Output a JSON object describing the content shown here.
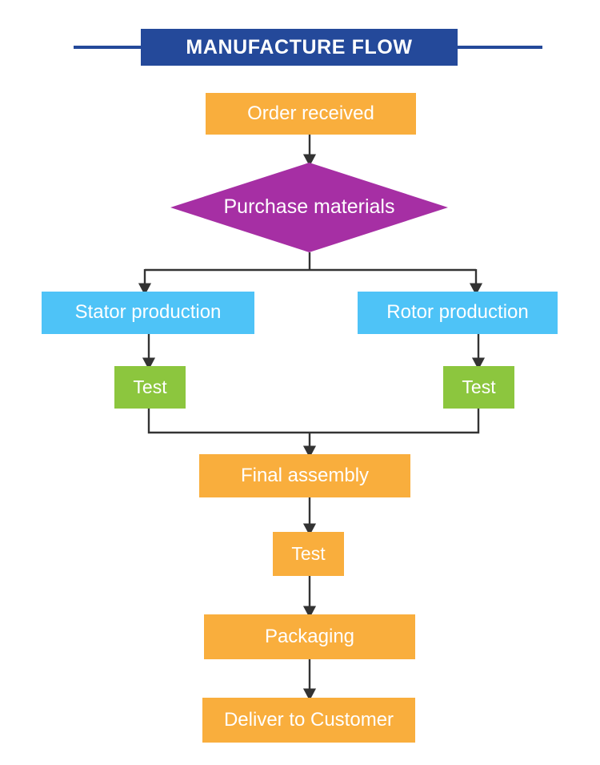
{
  "header": {
    "title": "MANUFACTURE FLOW",
    "banner_color": "#24499A",
    "rule_color": "#24499A",
    "title_text_color": "#FFFFFF"
  },
  "palette": {
    "orange": "#F9AE3D",
    "blue": "#4EC3F7",
    "green": "#8CC63E",
    "purple": "#A62FA4",
    "connector": "#333333",
    "background": "#FFFFFF"
  },
  "chart_data": {
    "type": "diagram",
    "diagram_type": "flowchart",
    "title": "MANUFACTURE FLOW",
    "orientation": "top-to-bottom",
    "nodes": [
      {
        "id": "order",
        "label": "Order received",
        "shape": "rectangle",
        "color": "#F9AE3D"
      },
      {
        "id": "purchase",
        "label": "Purchase materials",
        "shape": "diamond",
        "color": "#A62FA4"
      },
      {
        "id": "stator",
        "label": "Stator production",
        "shape": "rectangle",
        "color": "#4EC3F7"
      },
      {
        "id": "rotor",
        "label": "Rotor production",
        "shape": "rectangle",
        "color": "#4EC3F7"
      },
      {
        "id": "test1",
        "label": "Test",
        "shape": "rectangle",
        "color": "#8CC63E"
      },
      {
        "id": "test2",
        "label": "Test",
        "shape": "rectangle",
        "color": "#8CC63E"
      },
      {
        "id": "assembly",
        "label": "Final assembly",
        "shape": "rectangle",
        "color": "#F9AE3D"
      },
      {
        "id": "test3",
        "label": "Test",
        "shape": "rectangle",
        "color": "#F9AE3D"
      },
      {
        "id": "package",
        "label": "Packaging",
        "shape": "rectangle",
        "color": "#F9AE3D"
      },
      {
        "id": "deliver",
        "label": "Deliver to Customer",
        "shape": "rectangle",
        "color": "#F9AE3D"
      }
    ],
    "edges": [
      {
        "from": "order",
        "to": "purchase",
        "style": "arrow"
      },
      {
        "from": "purchase",
        "to": "stator",
        "style": "split-arrow-left"
      },
      {
        "from": "purchase",
        "to": "rotor",
        "style": "split-arrow-right"
      },
      {
        "from": "stator",
        "to": "test1",
        "style": "arrow"
      },
      {
        "from": "rotor",
        "to": "test2",
        "style": "arrow"
      },
      {
        "from": "test1",
        "to": "assembly",
        "style": "merge-arrow-left"
      },
      {
        "from": "test2",
        "to": "assembly",
        "style": "merge-arrow-right"
      },
      {
        "from": "assembly",
        "to": "test3",
        "style": "arrow"
      },
      {
        "from": "test3",
        "to": "package",
        "style": "arrow"
      },
      {
        "from": "package",
        "to": "deliver",
        "style": "arrow"
      }
    ]
  },
  "nodes": {
    "order": {
      "label": "Order received"
    },
    "purchase": {
      "label": "Purchase materials"
    },
    "stator": {
      "label": "Stator production"
    },
    "rotor": {
      "label": "Rotor production"
    },
    "test1": {
      "label": "Test"
    },
    "test2": {
      "label": "Test"
    },
    "assembly": {
      "label": "Final assembly"
    },
    "test3": {
      "label": "Test"
    },
    "package": {
      "label": "Packaging"
    },
    "deliver": {
      "label": "Deliver to Customer"
    }
  }
}
